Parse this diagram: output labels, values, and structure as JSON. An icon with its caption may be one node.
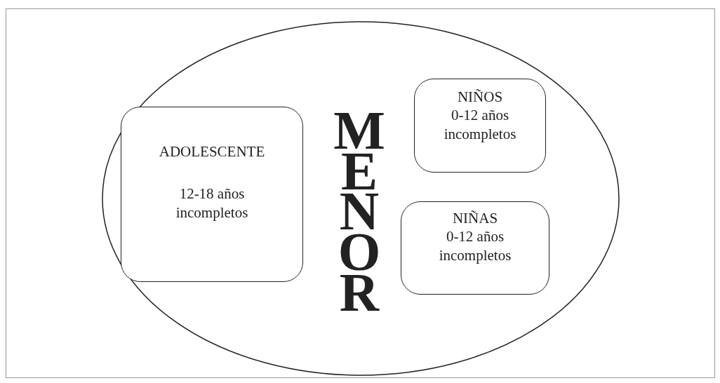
{
  "diagram": {
    "nodes": [
      {
        "text": [
          "MENOR"
        ]
      },
      {
        "text": [
          "ADOLESCENTE",
          "12-18 años incompletos"
        ],
        "in": 0
      },
      {
        "text": [
          "NIÑOS",
          "0-12 años incompletos"
        ],
        "in": 0
      },
      {
        "text": [
          "NIÑAS",
          "0-12 años incompletos"
        ],
        "in": 0
      }
    ]
  }
}
